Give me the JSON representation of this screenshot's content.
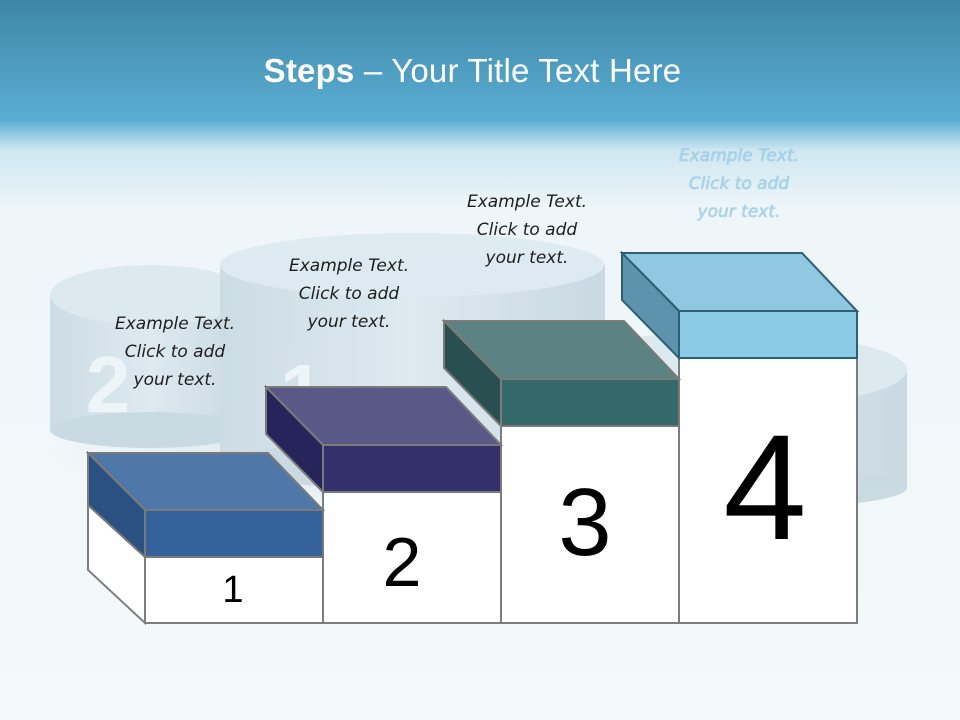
{
  "title": {
    "bold": "Steps",
    "rest": " – Your Title Text Here"
  },
  "captions": [
    {
      "line1": "Example Text.",
      "line2": "Click  to add",
      "line3": "your text."
    },
    {
      "line1": "Example Text.",
      "line2": "Click  to add",
      "line3": "your text."
    },
    {
      "line1": "Example Text.",
      "line2": "Click  to add",
      "line3": "your text."
    },
    {
      "line1": "Example Text.",
      "line2": "Click  to add",
      "line3": "your text."
    }
  ],
  "steps": [
    "1",
    "2",
    "3",
    "4"
  ],
  "podium_numbers": [
    "2",
    "1",
    "3"
  ],
  "colors": {
    "step1": "#35629a",
    "step2": "#33306b",
    "step3": "#356869",
    "step4": "#8ccbe6"
  }
}
